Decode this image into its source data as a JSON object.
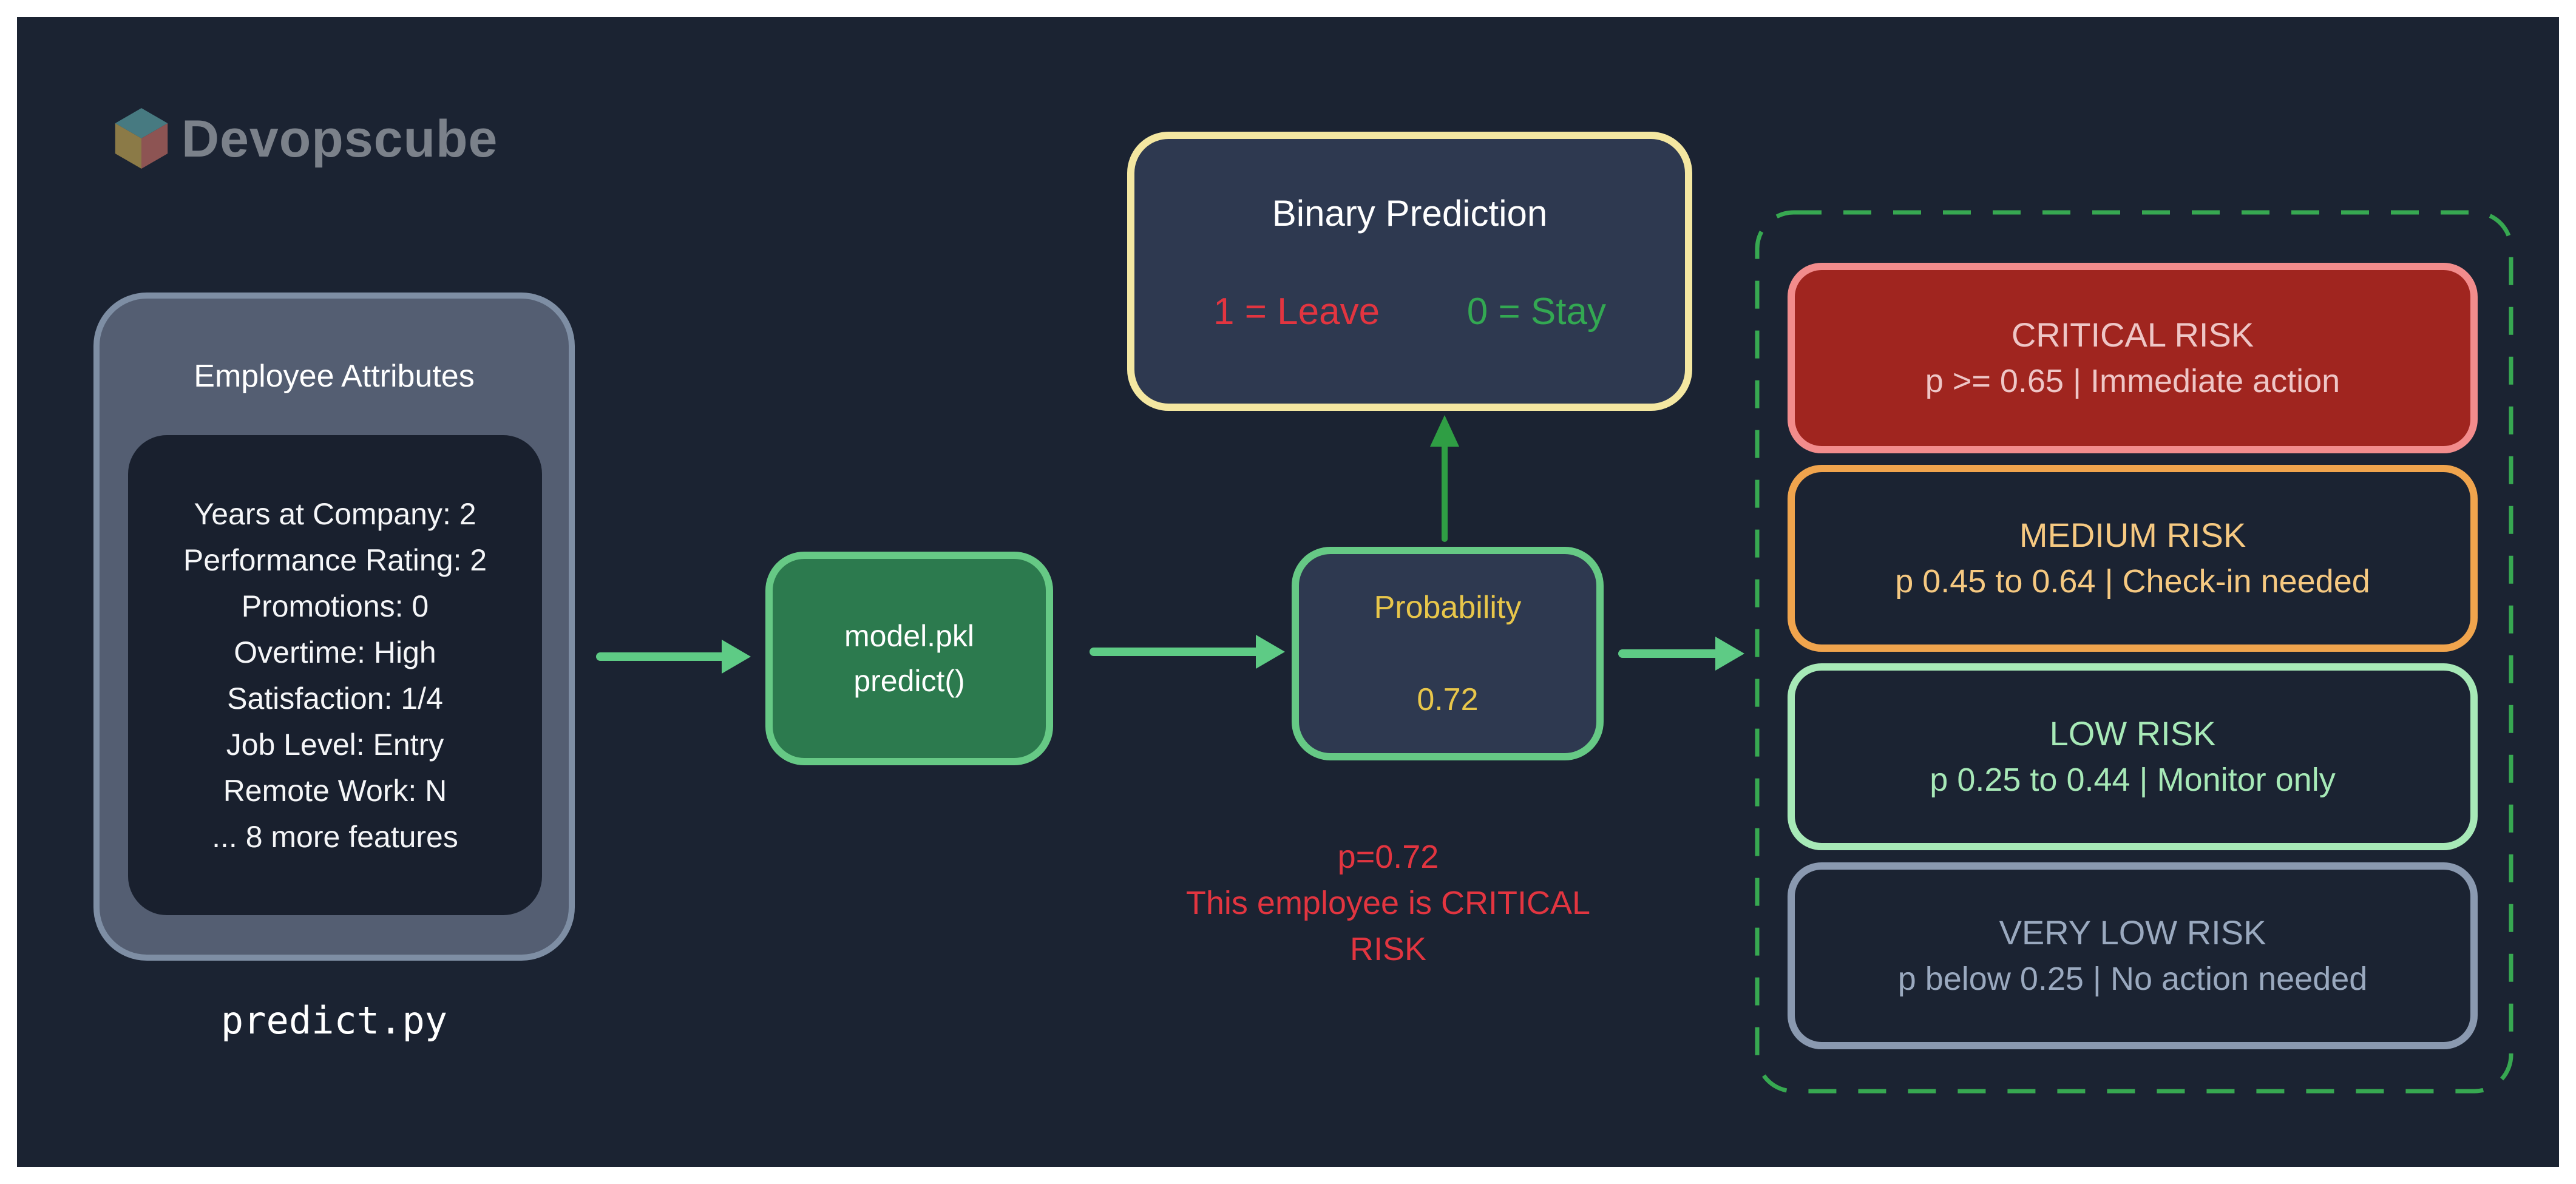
{
  "logo": {
    "brand": "Devopscube"
  },
  "employee_box": {
    "title": "Employee Attributes",
    "attributes": [
      "Years at Company: 2",
      "Performance Rating: 2",
      "Promotions: 0",
      "Overtime: High",
      "Satisfaction: 1/4",
      "Job Level: Entry",
      "Remote Work: N",
      "... 8 more features"
    ],
    "caption": "predict.py"
  },
  "model_box": {
    "line1": "model.pkl",
    "line2": "predict()"
  },
  "probability_box": {
    "title": "Probability",
    "value": "0.72"
  },
  "binary_box": {
    "title": "Binary Prediction",
    "leave_label": "1 = Leave",
    "stay_label": "0 = Stay"
  },
  "annotation": {
    "line1": "p=0.72",
    "line2": "This employee is CRITICAL RISK"
  },
  "risk_panel": {
    "items": [
      {
        "title": "CRITICAL RISK",
        "subtitle": "p >= 0.65 | Immediate action"
      },
      {
        "title": "MEDIUM RISK",
        "subtitle": "p 0.45 to 0.64 | Check-in needed"
      },
      {
        "title": "LOW RISK",
        "subtitle": "p 0.25 to 0.44 | Monitor only"
      },
      {
        "title": "VERY LOW RISK",
        "subtitle": "p below 0.25 | No action needed"
      }
    ]
  },
  "colors": {
    "page_background": "#ffffff",
    "canvas_background": "#1b2332",
    "arrow_mint": "#5ecb85",
    "arrow_dark_green": "#2f9e44",
    "dashed_container_green": "#37a851",
    "model_fill": "#2c7a4e",
    "model_border": "#66c985",
    "panel_fill": "#2e3950",
    "binary_border_cream": "#f4e7a1",
    "probability_yellow": "#e8c64a",
    "leave_red": "#e23540",
    "stay_green": "#33a852",
    "annotation_red": "#e23540",
    "critical_fill": "#a0251f",
    "critical_border": "#f28c8c",
    "critical_text": "#eec6c6",
    "medium_border": "#f0a44d",
    "medium_text": "#f6c981",
    "low_green": "#a7e9b7",
    "verylow_border": "#8a99b0",
    "verylow_text": "#9aa9bf",
    "employee_fill": "#545e72",
    "employee_border": "#7e8ea4",
    "logo_gray": "#7b818a",
    "cube_top": "#477a81",
    "cube_left": "#8b7a47",
    "cube_right": "#8d5453"
  }
}
